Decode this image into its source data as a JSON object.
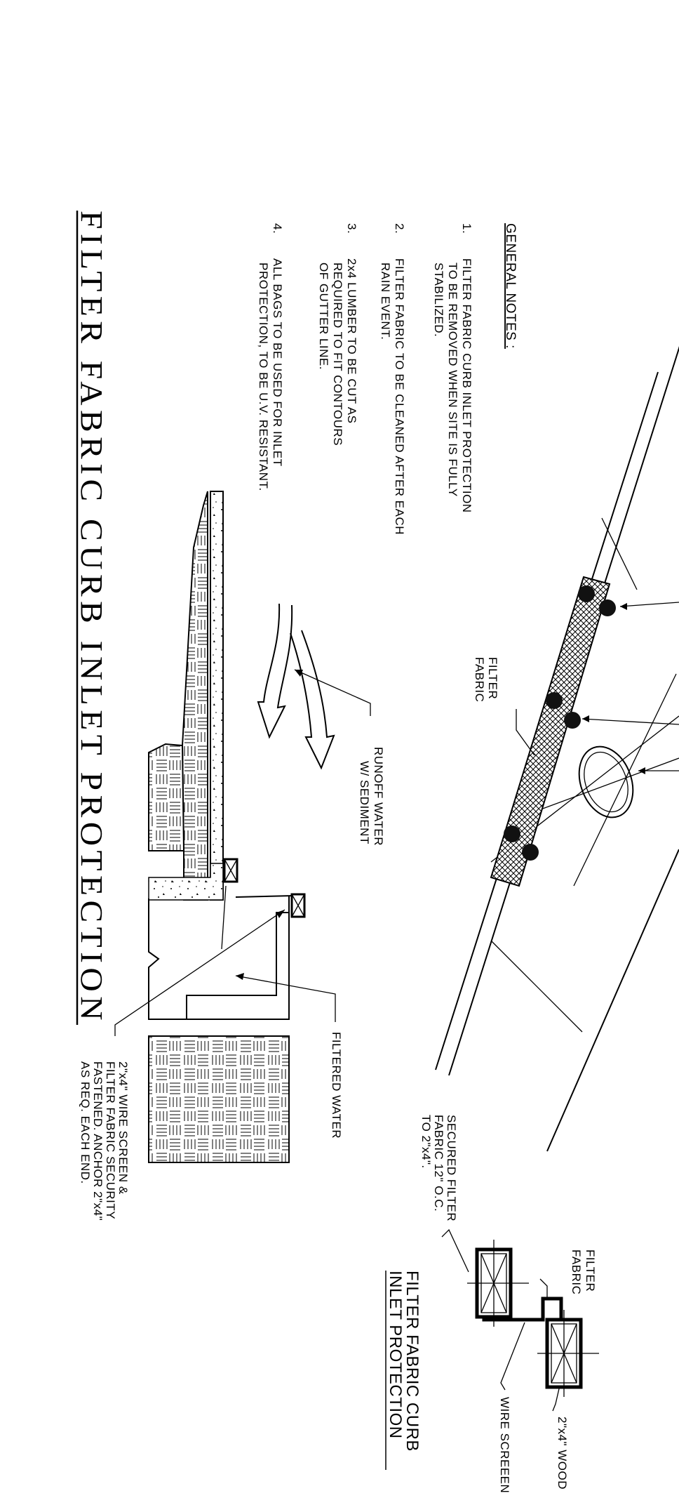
{
  "notes": {
    "heading": "GENERAL NOTES :",
    "items": [
      {
        "num": "1.",
        "lines": [
          "FILTER FABRIC CURB INLET PROTECTION",
          "TO BE REMOVED WHEN SITE IS FULLY",
          "STABILIZED."
        ]
      },
      {
        "num": "2.",
        "lines": [
          "FILTER FABRIC TO BE CLEANED AFTER EACH",
          "RAIN EVENT."
        ]
      },
      {
        "num": "3.",
        "lines": [
          "2x4 LUMBER TO BE CUT AS",
          "REQUIRED TO FIT CONTOURS",
          "OF GUTTER LINE."
        ]
      },
      {
        "num": "4.",
        "lines": [
          "ALL BAGS TO BE USED FOR INLET",
          "PROTECTION, TO BE U.V. RESISTANT."
        ]
      }
    ]
  },
  "title": "FILTER FABRIC CURB INLET PROTECTION",
  "plan": {
    "filter_fabric": [
      "FILTER",
      "FABRIC"
    ]
  },
  "section": {
    "runoff": [
      "RUNOFF WATER",
      "W/ SEDIMENT"
    ],
    "filtered": "FILTERED WATER",
    "wire_screen": [
      "2\"x4\" WIRE SCREEN &",
      "FILTER FABRIC SECURITY",
      "FASTENED. ANCHOR 2\"x4\"",
      "AS REQ. EACH END."
    ]
  },
  "detail": {
    "filter_fabric": [
      "FILTER",
      "FABRIC"
    ],
    "wood": "2\"x4\" WOOD",
    "wire_screen": "WIRE SCREEEN",
    "secured": [
      "SECURED FILTER",
      "FABRIC 12\" O.C.",
      "TO 2\"x4\"."
    ],
    "title": [
      "FILTER FABRIC CURB",
      "INLET PROTECTION"
    ]
  },
  "colors": {
    "ink": "#000000",
    "paper": "#ffffff"
  }
}
